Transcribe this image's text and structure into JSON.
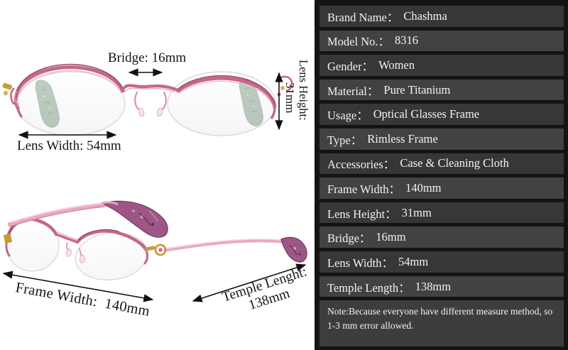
{
  "annotations": {
    "bridge": "Bridge: 16mm",
    "lens_width": "Lens Width: 54mm",
    "lens_height_label": "Lens Height:",
    "lens_height_value": "31mm",
    "frame_width": "Frame Width:  140mm",
    "temple_length_line1": "Temple Lenght:",
    "temple_length_line2": "138mm"
  },
  "panel": {
    "rows": [
      {
        "label": "Brand Name：",
        "value": "Chashma"
      },
      {
        "label": "Model No.：",
        "value": "8316"
      },
      {
        "label": "Gender：",
        "value": "Women"
      },
      {
        "label": "Material：",
        "value": "Pure Titanium"
      },
      {
        "label": "Usage：",
        "value": "Optical Glasses Frame"
      },
      {
        "label": "Type：",
        "value": "Rimless Frame"
      },
      {
        "label": "Accessories：",
        "value": "Case & Cleaning Cloth"
      },
      {
        "label": "Frame Width：",
        "value": "140mm"
      },
      {
        "label": "Lens Height：",
        "value": "31mm"
      },
      {
        "label": "Bridge：",
        "value": "16mm"
      },
      {
        "label": "Lens Width：",
        "value": "54mm"
      },
      {
        "label": "Temple Length：",
        "value": "138mm"
      }
    ],
    "note": "Note:Because everyone have different measure method, so 1-3 mm error allowed."
  },
  "colors": {
    "panel_border": "#141414",
    "row_dark": "#373737",
    "row_light": "#424242",
    "row_text": "#f2f2f2",
    "note_bg": "#3d3d3d",
    "frame_pink": "#c4688a",
    "frame_pink_dark": "#a04b6b",
    "temple_pink": "#e9aabf",
    "gold": "#c79a3a",
    "temple_tip_green": "#55805f",
    "temple_tip_purple": "#9c5784",
    "annotation_text": "#161616"
  }
}
